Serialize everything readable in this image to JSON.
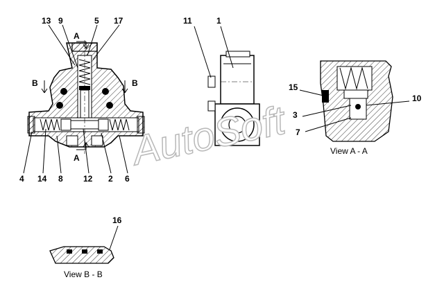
{
  "watermark": "AutoSoft",
  "callouts": {
    "c13": "13",
    "c9": "9",
    "c5": "5",
    "c17": "17",
    "c1": "1",
    "c11": "11",
    "c15": "15",
    "c10": "10",
    "c3": "3",
    "c7": "7",
    "c4": "4",
    "c14": "14",
    "c8": "8",
    "c12": "12",
    "c2": "2",
    "c6": "6",
    "c16": "16"
  },
  "section_marks": {
    "a_top": "A",
    "a_bottom": "A",
    "b_left": "B",
    "b_right": "B"
  },
  "view_labels": {
    "view_aa": "View A - A",
    "view_bb": "View B - B"
  },
  "colors": {
    "line": "#000000",
    "hatch": "#000000",
    "watermark": "#b8b8b8"
  }
}
